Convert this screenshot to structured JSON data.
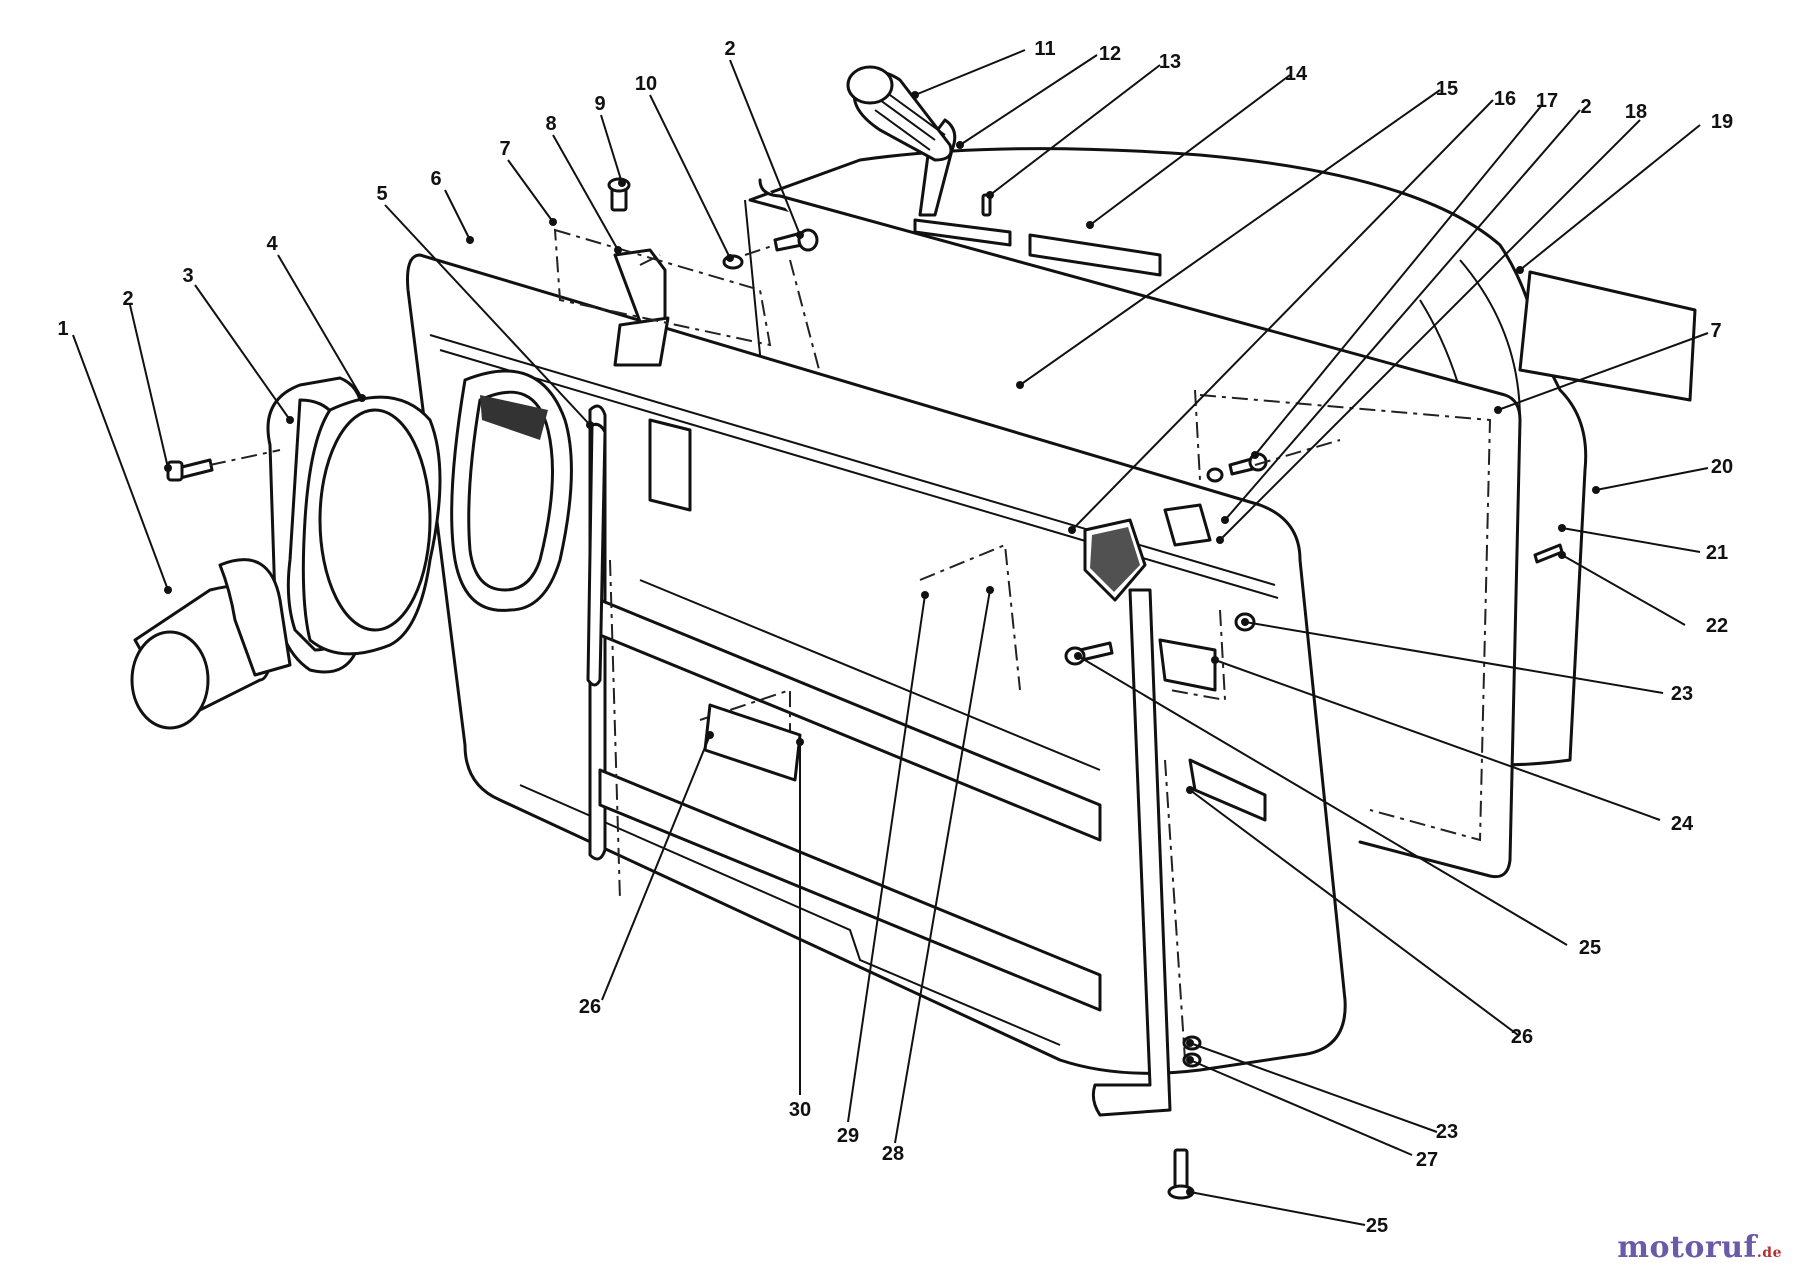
{
  "diagram": {
    "callouts": [
      {
        "id": "c1",
        "number": "1"
      },
      {
        "id": "c2a",
        "number": "2"
      },
      {
        "id": "c3",
        "number": "3"
      },
      {
        "id": "c4",
        "number": "4"
      },
      {
        "id": "c5",
        "number": "5"
      },
      {
        "id": "c6",
        "number": "6"
      },
      {
        "id": "c7a",
        "number": "7"
      },
      {
        "id": "c8",
        "number": "8"
      },
      {
        "id": "c9",
        "number": "9"
      },
      {
        "id": "c10",
        "number": "10"
      },
      {
        "id": "c2b",
        "number": "2"
      },
      {
        "id": "c11",
        "number": "11"
      },
      {
        "id": "c12",
        "number": "12"
      },
      {
        "id": "c13",
        "number": "13"
      },
      {
        "id": "c14",
        "number": "14"
      },
      {
        "id": "c15",
        "number": "15"
      },
      {
        "id": "c16",
        "number": "16"
      },
      {
        "id": "c17",
        "number": "17"
      },
      {
        "id": "c2c",
        "number": "2"
      },
      {
        "id": "c18",
        "number": "18"
      },
      {
        "id": "c19",
        "number": "19"
      },
      {
        "id": "c7b",
        "number": "7"
      },
      {
        "id": "c20",
        "number": "20"
      },
      {
        "id": "c21",
        "number": "21"
      },
      {
        "id": "c22",
        "number": "22"
      },
      {
        "id": "c23a",
        "number": "23"
      },
      {
        "id": "c24",
        "number": "24"
      },
      {
        "id": "c25a",
        "number": "25"
      },
      {
        "id": "c26a",
        "number": "26"
      },
      {
        "id": "c23b",
        "number": "23"
      },
      {
        "id": "c27",
        "number": "27"
      },
      {
        "id": "c25b",
        "number": "25"
      },
      {
        "id": "c26b",
        "number": "26"
      },
      {
        "id": "c30",
        "number": "30"
      },
      {
        "id": "c29",
        "number": "29"
      },
      {
        "id": "c28",
        "number": "28"
      }
    ]
  },
  "watermark": {
    "text": "motoruf",
    "suffix": ".de"
  }
}
